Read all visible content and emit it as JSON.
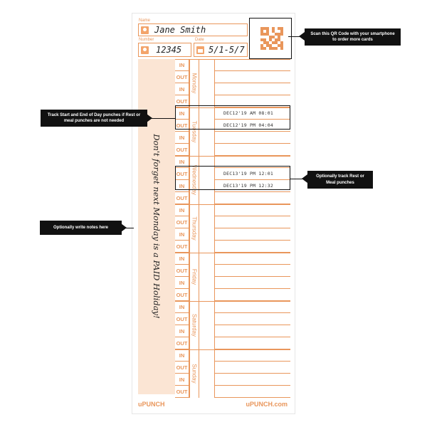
{
  "card": {
    "name_label": "Name",
    "name_value": "Jane Smith",
    "number_label": "Number",
    "number_value": "12345",
    "date_label": "Date",
    "date_value": "5/1-5/7",
    "notes": "Don't forget next Monday is a PAID Holiday!",
    "footer_left": "uPUNCH",
    "footer_right": "uPUNCH.com",
    "qr_icon": "qr-code-icon",
    "days": [
      {
        "label": "Monday",
        "rows": [
          {
            "io": "IN",
            "stamp": ""
          },
          {
            "io": "OUT",
            "stamp": ""
          },
          {
            "io": "IN",
            "stamp": ""
          },
          {
            "io": "OUT",
            "stamp": ""
          }
        ]
      },
      {
        "label": "Tuesday",
        "rows": [
          {
            "io": "IN",
            "stamp": "DEC12'19 AM 08:01"
          },
          {
            "io": "OUT",
            "stamp": "DEC12'19 PM 04:04"
          },
          {
            "io": "IN",
            "stamp": ""
          },
          {
            "io": "OUT",
            "stamp": ""
          }
        ]
      },
      {
        "label": "Wednesday",
        "rows": [
          {
            "io": "IN",
            "stamp": ""
          },
          {
            "io": "OUT",
            "stamp": "DEC13'19 PM 12:01"
          },
          {
            "io": "IN",
            "stamp": "DEC13'19 PM 12:32"
          },
          {
            "io": "OUT",
            "stamp": ""
          }
        ]
      },
      {
        "label": "Thursday",
        "rows": [
          {
            "io": "IN",
            "stamp": ""
          },
          {
            "io": "OUT",
            "stamp": ""
          },
          {
            "io": "IN",
            "stamp": ""
          },
          {
            "io": "OUT",
            "stamp": ""
          }
        ]
      },
      {
        "label": "Friday",
        "rows": [
          {
            "io": "IN",
            "stamp": ""
          },
          {
            "io": "OUT",
            "stamp": ""
          },
          {
            "io": "IN",
            "stamp": ""
          },
          {
            "io": "OUT",
            "stamp": ""
          }
        ]
      },
      {
        "label": "Saturday",
        "rows": [
          {
            "io": "IN",
            "stamp": ""
          },
          {
            "io": "OUT",
            "stamp": ""
          },
          {
            "io": "IN",
            "stamp": ""
          },
          {
            "io": "OUT",
            "stamp": ""
          }
        ]
      },
      {
        "label": "Sunday",
        "rows": [
          {
            "io": "IN",
            "stamp": ""
          },
          {
            "io": "OUT",
            "stamp": ""
          },
          {
            "io": "IN",
            "stamp": ""
          },
          {
            "io": "OUT",
            "stamp": ""
          }
        ]
      }
    ]
  },
  "callouts": {
    "qr": "Scan this QR Code with your smartphone to order more cards",
    "track": "Track Start and End of Day punches if Rest or meal punches are not needed",
    "rest": "Optionally track Rest or Meal punches",
    "notes": "Optionally write notes here"
  },
  "colors": {
    "accent": "#e9965b",
    "notes_bg": "#fbe5d4",
    "callout_bg": "#111111"
  }
}
